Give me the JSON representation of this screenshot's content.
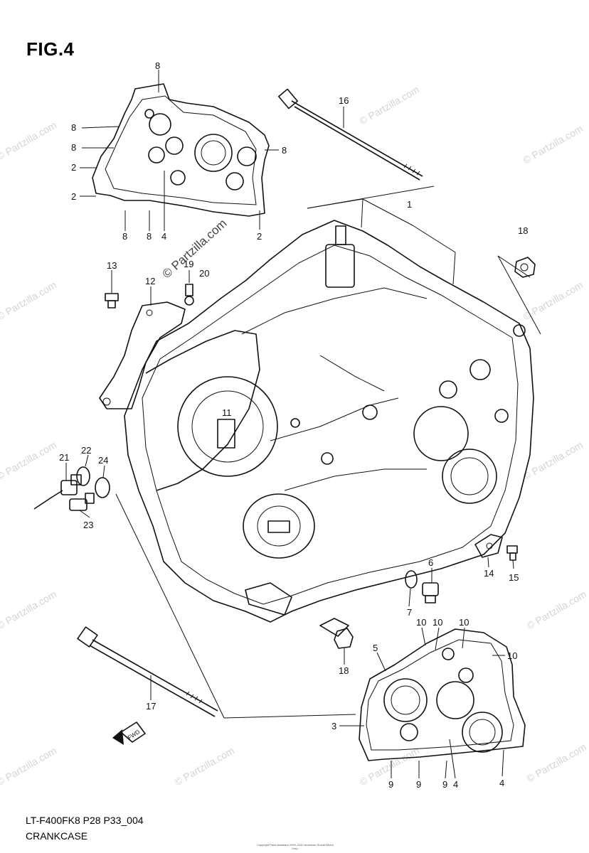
{
  "figure": {
    "title": "FIG.4",
    "model_code": "LT-F400FK8 P28 P33_004",
    "name": "CRANKCASE",
    "copyright": "Copyright Parts Assistant 2009, 2010 American Suzuki Motor Corp."
  },
  "watermark": {
    "main": "© Partzilla.com",
    "tile": "© Partzilla.com"
  },
  "fwd_label": "FWD",
  "callouts": [
    {
      "id": "c8a",
      "label": "8"
    },
    {
      "id": "c8b",
      "label": "8"
    },
    {
      "id": "c8c",
      "label": "8"
    },
    {
      "id": "c8d",
      "label": "8"
    },
    {
      "id": "c2a",
      "label": "2"
    },
    {
      "id": "c2b",
      "label": "2"
    },
    {
      "id": "c8e",
      "label": "8"
    },
    {
      "id": "c8f",
      "label": "8"
    },
    {
      "id": "c4a",
      "label": "4"
    },
    {
      "id": "c2c",
      "label": "2"
    },
    {
      "id": "c16",
      "label": "16"
    },
    {
      "id": "c1",
      "label": "1"
    },
    {
      "id": "c18a",
      "label": "18"
    },
    {
      "id": "c13",
      "label": "13"
    },
    {
      "id": "c19",
      "label": "19"
    },
    {
      "id": "c20",
      "label": "20"
    },
    {
      "id": "c12",
      "label": "12"
    },
    {
      "id": "c11",
      "label": "11"
    },
    {
      "id": "c21",
      "label": "21"
    },
    {
      "id": "c22",
      "label": "22"
    },
    {
      "id": "c24",
      "label": "24"
    },
    {
      "id": "c23",
      "label": "23"
    },
    {
      "id": "c6",
      "label": "6"
    },
    {
      "id": "c7",
      "label": "7"
    },
    {
      "id": "c14",
      "label": "14"
    },
    {
      "id": "c15",
      "label": "15"
    },
    {
      "id": "c18b",
      "label": "18"
    },
    {
      "id": "c17",
      "label": "17"
    },
    {
      "id": "c5",
      "label": "5"
    },
    {
      "id": "c10a",
      "label": "10"
    },
    {
      "id": "c10b",
      "label": "10"
    },
    {
      "id": "c10c",
      "label": "10"
    },
    {
      "id": "c10d",
      "label": "10"
    },
    {
      "id": "c3",
      "label": "3"
    },
    {
      "id": "c9a",
      "label": "9"
    },
    {
      "id": "c9b",
      "label": "9"
    },
    {
      "id": "c9c",
      "label": "9"
    },
    {
      "id": "c4b",
      "label": "4"
    },
    {
      "id": "c4c",
      "label": "4"
    }
  ]
}
